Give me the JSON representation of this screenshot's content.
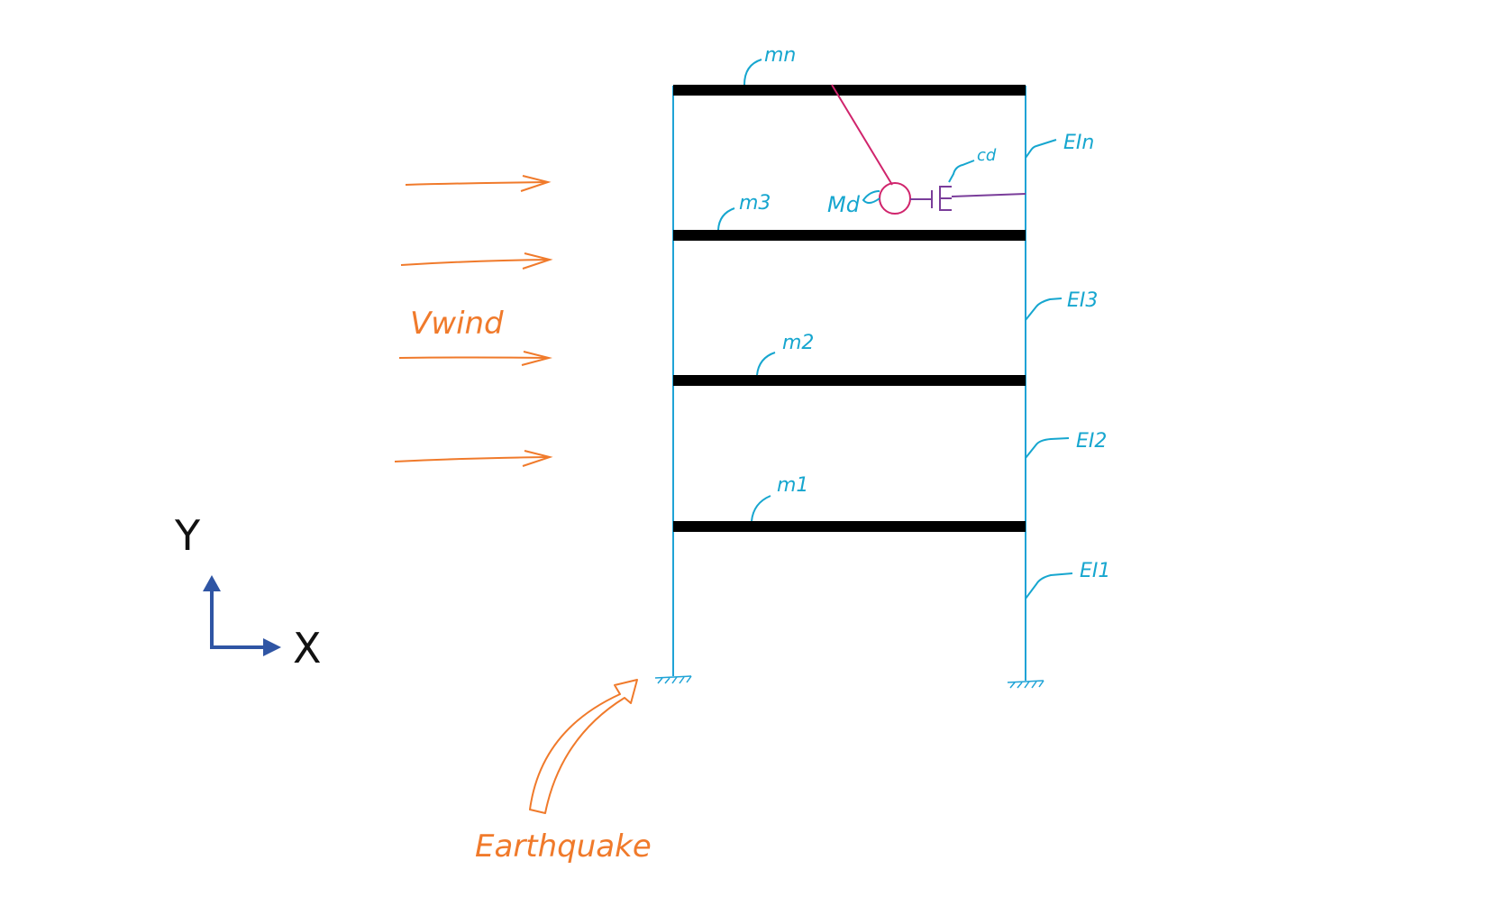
{
  "colors": {
    "column": "#1fa3d6",
    "floor": "#000000",
    "wind": "#f07a2b",
    "axis": "#2f55a4",
    "pendulum": "#d0246c",
    "damper": "#7a3d9a",
    "label_cyan": "#16a6cf",
    "label_orange": "#f07a2b",
    "label_black": "#111111"
  },
  "floors": [
    {
      "name": "floor-mn",
      "label": "mn"
    },
    {
      "name": "floor-m3",
      "label": "m3"
    },
    {
      "name": "floor-m2",
      "label": "m2"
    },
    {
      "name": "floor-m1",
      "label": "m1"
    }
  ],
  "stiffness_labels": [
    "EIn",
    "EI3",
    "EI2",
    "EI1"
  ],
  "damper": {
    "mass_label": "Md",
    "damping_label": "cd"
  },
  "loads": {
    "wind_label": "Vwind",
    "earthquake_label": "Earthquake"
  },
  "axes": {
    "x_label": "X",
    "y_label": "Y"
  }
}
